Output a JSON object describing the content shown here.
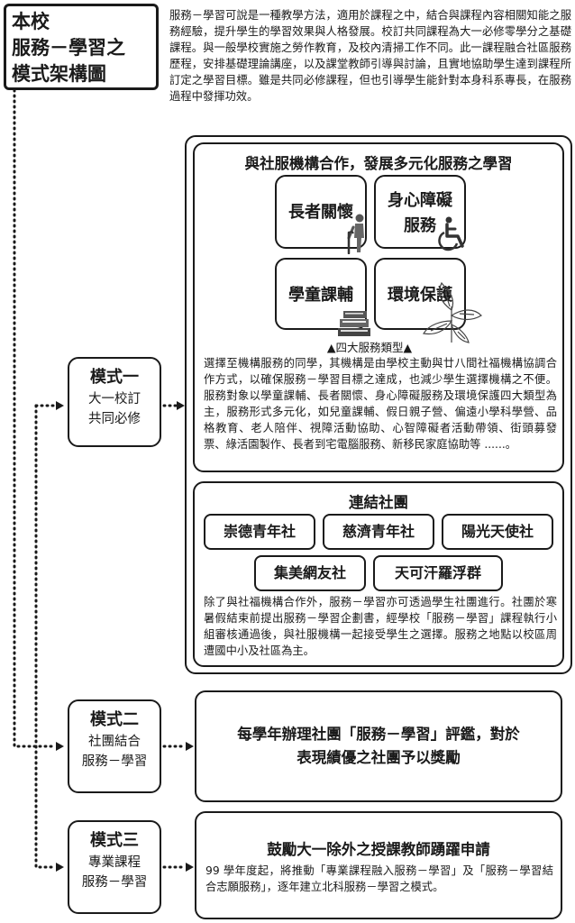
{
  "title": {
    "line1": "本校",
    "line2": "服務－學習之",
    "line3": "模式架構圖"
  },
  "intro": "服務－學習可說是一種教學方法，適用於課程之中，結合與課程內容相關知能之服務經驗，提升學生的學習效果與人格發展。校訂共同課程為大一必修零學分之基礎課程。與一般學校實施之勞作教育，及校內清掃工作不同。此一課程融合社區服務歷程，安排基礎理論講座，以及課堂教師引導與討論，且實地協助學生達到課程所訂定之學習目標。雖是共同必修課程，但也引導學生能針對本身科系專長，在服務過程中發揮功效。",
  "modes": [
    {
      "title": "模式一",
      "line1": "大一校訂",
      "line2": "共同必修"
    },
    {
      "title": "模式二",
      "line1": "社團結合",
      "line2": "服務－學習"
    },
    {
      "title": "模式三",
      "line1": "專業課程",
      "line2": "服務－學習"
    }
  ],
  "agency": {
    "heading": "與社服機構合作，發展多元化服務之學習",
    "cards": [
      {
        "line1": "長者關懷",
        "line2": ""
      },
      {
        "line1": "身心障礙",
        "line2": "服務"
      },
      {
        "line1": "學童課輔",
        "line2": ""
      },
      {
        "line1": "環境保護",
        "line2": ""
      }
    ],
    "caption": "▲四大服務類型▲",
    "text": "選擇至機構服務的同學，其機構是由學校主動與廿八間社福機構協調合作方式，以確保服務－學習目標之達成，也減少學生選擇機構之不便。服務對象以學童課輔、長者關懷、身心障礙服務及環境保護四大類型為主，服務形式多元化，如兒童課輔、假日親子營、偏遠小學科學營、品格教育、老人陪伴、視障活動協助、心智障礙者活動帶領、街頭募發票、綠活園製作、長者到宅電腦服務、新移民家庭協助等 ......。"
  },
  "clubs": {
    "heading": "連結社團",
    "names": [
      "崇德青年社",
      "慈濟青年社",
      "陽光天使社",
      "集美網友社",
      "天可汗羅浮群"
    ],
    "text": "除了與社福機構合作外，服務－學習亦可透過學生社團進行。社團於寒暑假結束前提出服務－學習企劃書，經學校「服務－學習」課程執行小組審核通過後，與社服機構一起接受學生之選擇。服務之地點以校區周遭國中小及社區為主。"
  },
  "mode2": {
    "line1": "每學年辦理社團「服務－學習」評鑑，對於",
    "line2": "表現績優之社團予以獎勵"
  },
  "mode3": {
    "heading": "鼓勵大一除外之授課教師踴躍申請",
    "text": "99 學年度起，將推動「專業課程融入服務－學習」及「服務－學習結合志願服務」，逐年建立北科服務－學習之模式。"
  },
  "icons": [
    "elderly-cane-icon",
    "wheelchair-icon",
    "books-icon",
    "leaves-icon"
  ]
}
